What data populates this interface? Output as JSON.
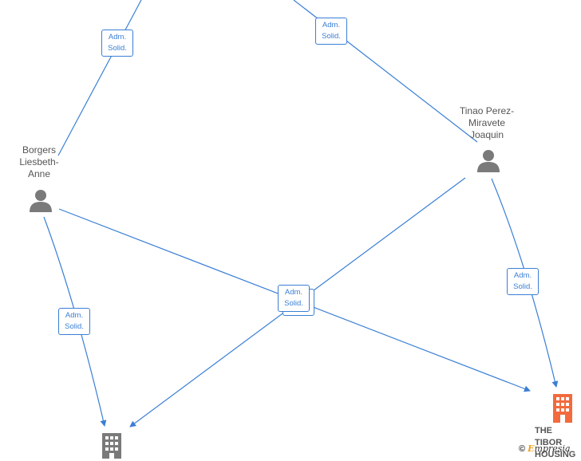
{
  "people": [
    {
      "name_lines": [
        "Borgers",
        "Liesbeth-",
        "Anne"
      ]
    },
    {
      "name_lines": [
        "Tinao Perez-",
        "Miravete",
        "Joaquin"
      ]
    }
  ],
  "relation_label": {
    "line1": "Adm.",
    "line2": "Solid."
  },
  "companies": [
    {
      "name_lines": [
        "THE TIBOR",
        "HOUSING"
      ],
      "color": "#f26a3d"
    },
    {
      "name_lines": [],
      "color": "#7a7a7a"
    }
  ],
  "colors": {
    "edge": "#3a7fd5",
    "person": "#7a7a7a"
  },
  "watermark": {
    "symbol": "©",
    "brand_initial": "E",
    "brand_rest": "mpresia"
  }
}
